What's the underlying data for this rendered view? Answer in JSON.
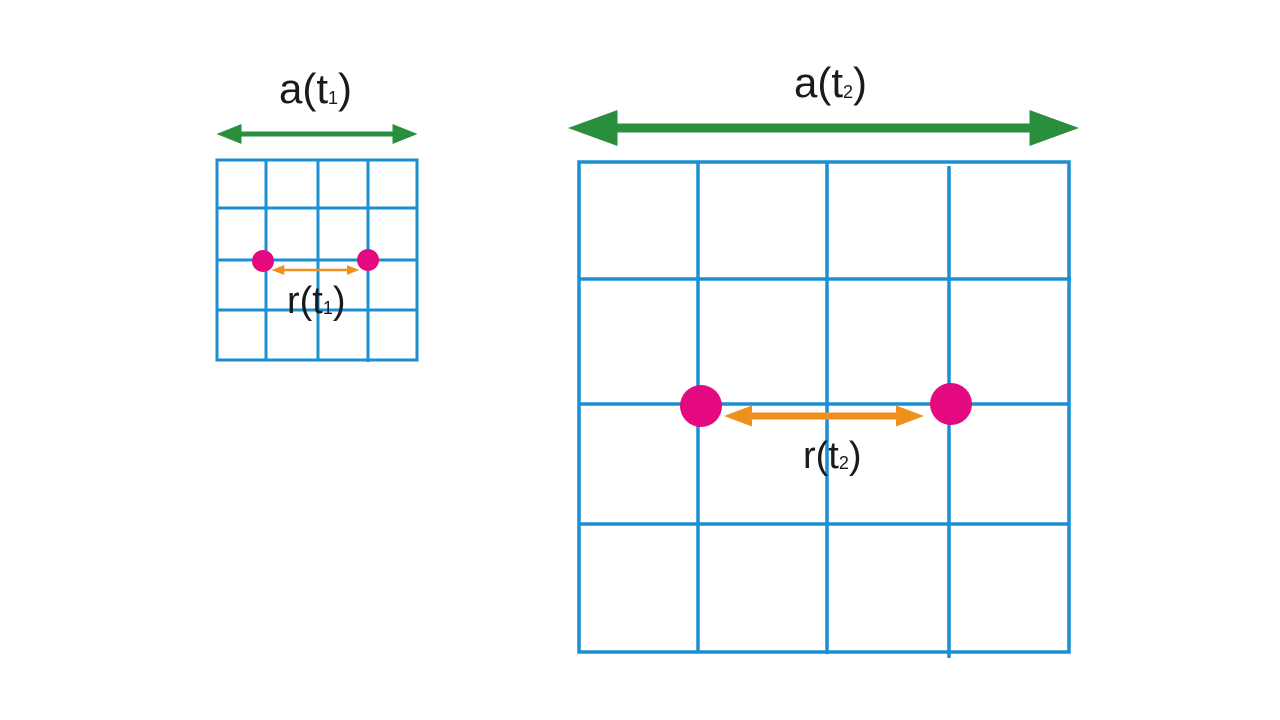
{
  "panels": [
    {
      "scale_label": "a(t",
      "scale_subscript": "1",
      "scale_close": ")",
      "distance_label": "r(t",
      "distance_subscript": "1",
      "distance_close": ")"
    },
    {
      "scale_label": "a(t",
      "scale_subscript": "2",
      "scale_close": ")",
      "distance_label": "r(t",
      "distance_subscript": "2",
      "distance_close": ")"
    }
  ],
  "colors": {
    "grid": "#1b8fd2",
    "scale_arrow": "#2a8f3d",
    "distance_arrow": "#f0901c",
    "points": "#e5097f"
  }
}
